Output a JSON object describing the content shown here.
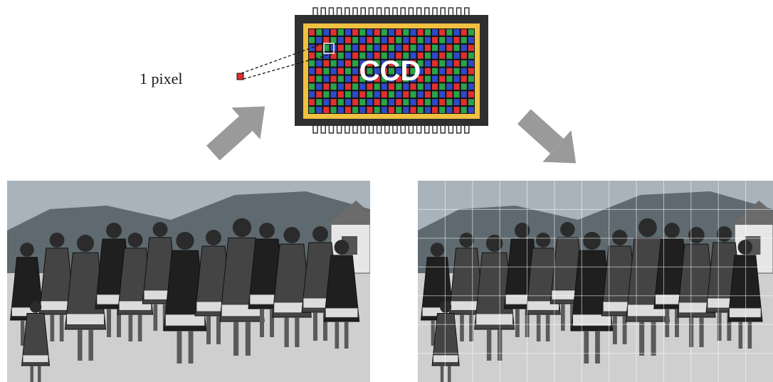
{
  "pixel_label": "1 pixel",
  "chip_label": "CCD",
  "colors": {
    "sensor_red": "#e03030",
    "sensor_green": "#2aa34a",
    "sensor_blue": "#2f49c8",
    "chip_body": "#2f2f2f",
    "chip_frame": "#f0c040",
    "arrow": "#9a9a9a",
    "sky": "#a9b3bb",
    "hill": "#5f6a70",
    "ground": "#cfcfcf",
    "figure": "#2b2b2b",
    "grid_line": "#ffffff"
  },
  "icons": {
    "left_arrow": "arrow-up-right-icon",
    "right_arrow": "arrow-down-right-icon",
    "pixel_marker": "pixel-square-icon"
  },
  "sensor_grid": {
    "rows": 11,
    "cols": 23
  },
  "pixel_grid": {
    "rows": 7,
    "cols": 13
  },
  "scenes": [
    {
      "id": "original",
      "gridded": false
    },
    {
      "id": "pixelated",
      "gridded": true
    }
  ]
}
